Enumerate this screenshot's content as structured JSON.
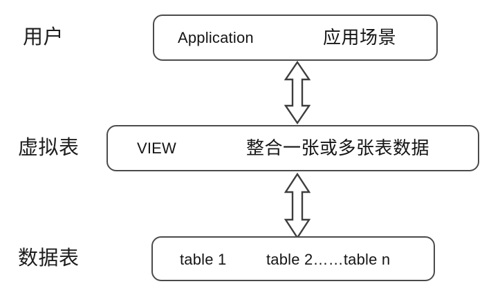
{
  "diagram": {
    "type": "layered-architecture",
    "title": "VIEW virtual table layered diagram",
    "background_color": "#ffffff",
    "box_border_color": "#4a4a4a",
    "text_color": "#151515",
    "rows": [
      {
        "id": "user-layer",
        "side_label": "用户",
        "box_cells": [
          {
            "id": "application",
            "text": "Application",
            "script": "latin"
          },
          {
            "id": "application-cn",
            "text": "应用场景",
            "script": "cjk"
          }
        ]
      },
      {
        "id": "view-layer",
        "side_label": "虚拟表",
        "box_cells": [
          {
            "id": "view",
            "text": "VIEW",
            "script": "latin"
          },
          {
            "id": "view-desc",
            "text": "整合一张或多张表数据",
            "script": "cjk"
          }
        ]
      },
      {
        "id": "table-layer",
        "side_label": "数据表",
        "box_cells": [
          {
            "id": "table-1",
            "text": "table 1",
            "script": "latin"
          },
          {
            "id": "table-n",
            "text": "table 2……table n",
            "script": "latin"
          }
        ]
      }
    ],
    "connectors": [
      {
        "id": "connector-user-view",
        "style": "double-headed-arrow",
        "from": "user-layer",
        "to": "view-layer"
      },
      {
        "id": "connector-view-table",
        "style": "double-headed-arrow",
        "from": "view-layer",
        "to": "table-layer"
      }
    ]
  }
}
